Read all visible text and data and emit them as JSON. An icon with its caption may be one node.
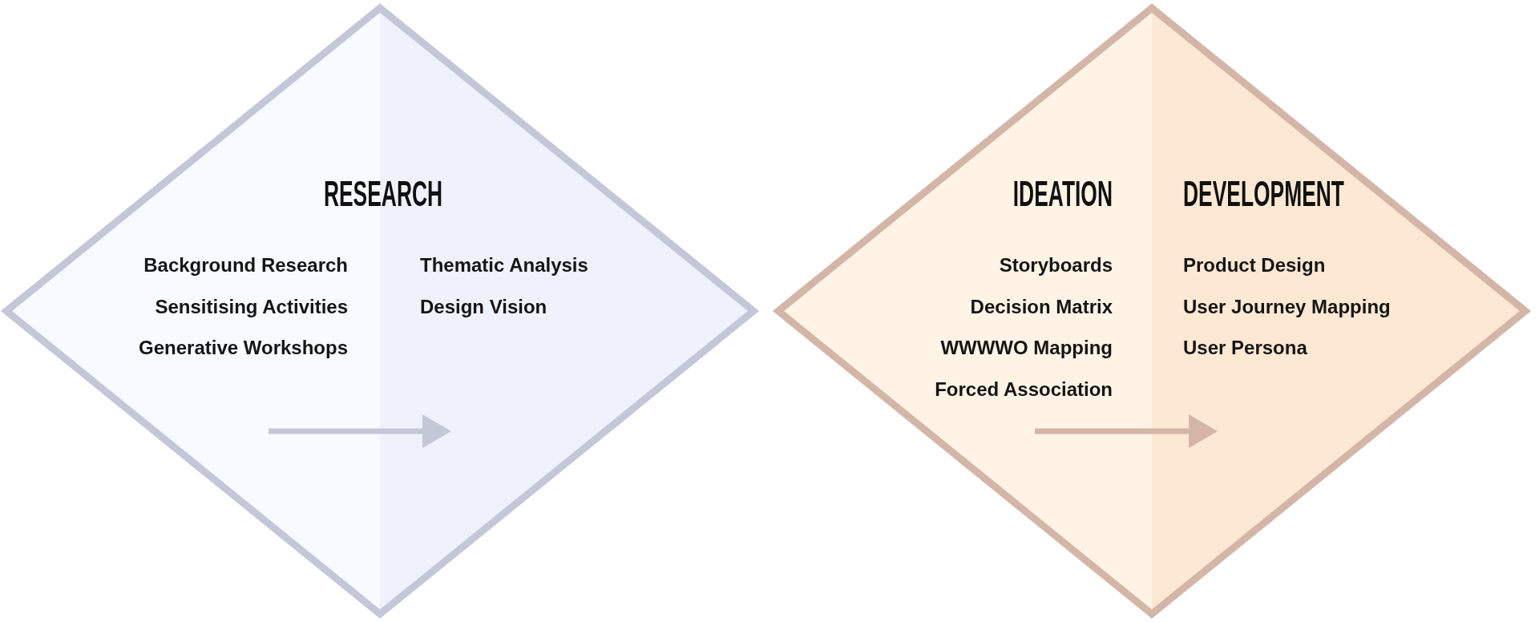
{
  "diagram": {
    "nodes": [
      {
        "text": [
          "RESEARCH",
          "Background Research",
          "Sensitising Activities",
          "Generative Workshops",
          "Thematic Analysis",
          "Design Vision"
        ]
      },
      {
        "text": [
          "IDEATION",
          "DEVELOPMENT",
          "Storyboards",
          "Decision Matrix",
          "WWWWO Mapping",
          "Forced Association",
          "Product Design",
          "User Journey Mapping",
          "User Persona"
        ]
      }
    ]
  }
}
